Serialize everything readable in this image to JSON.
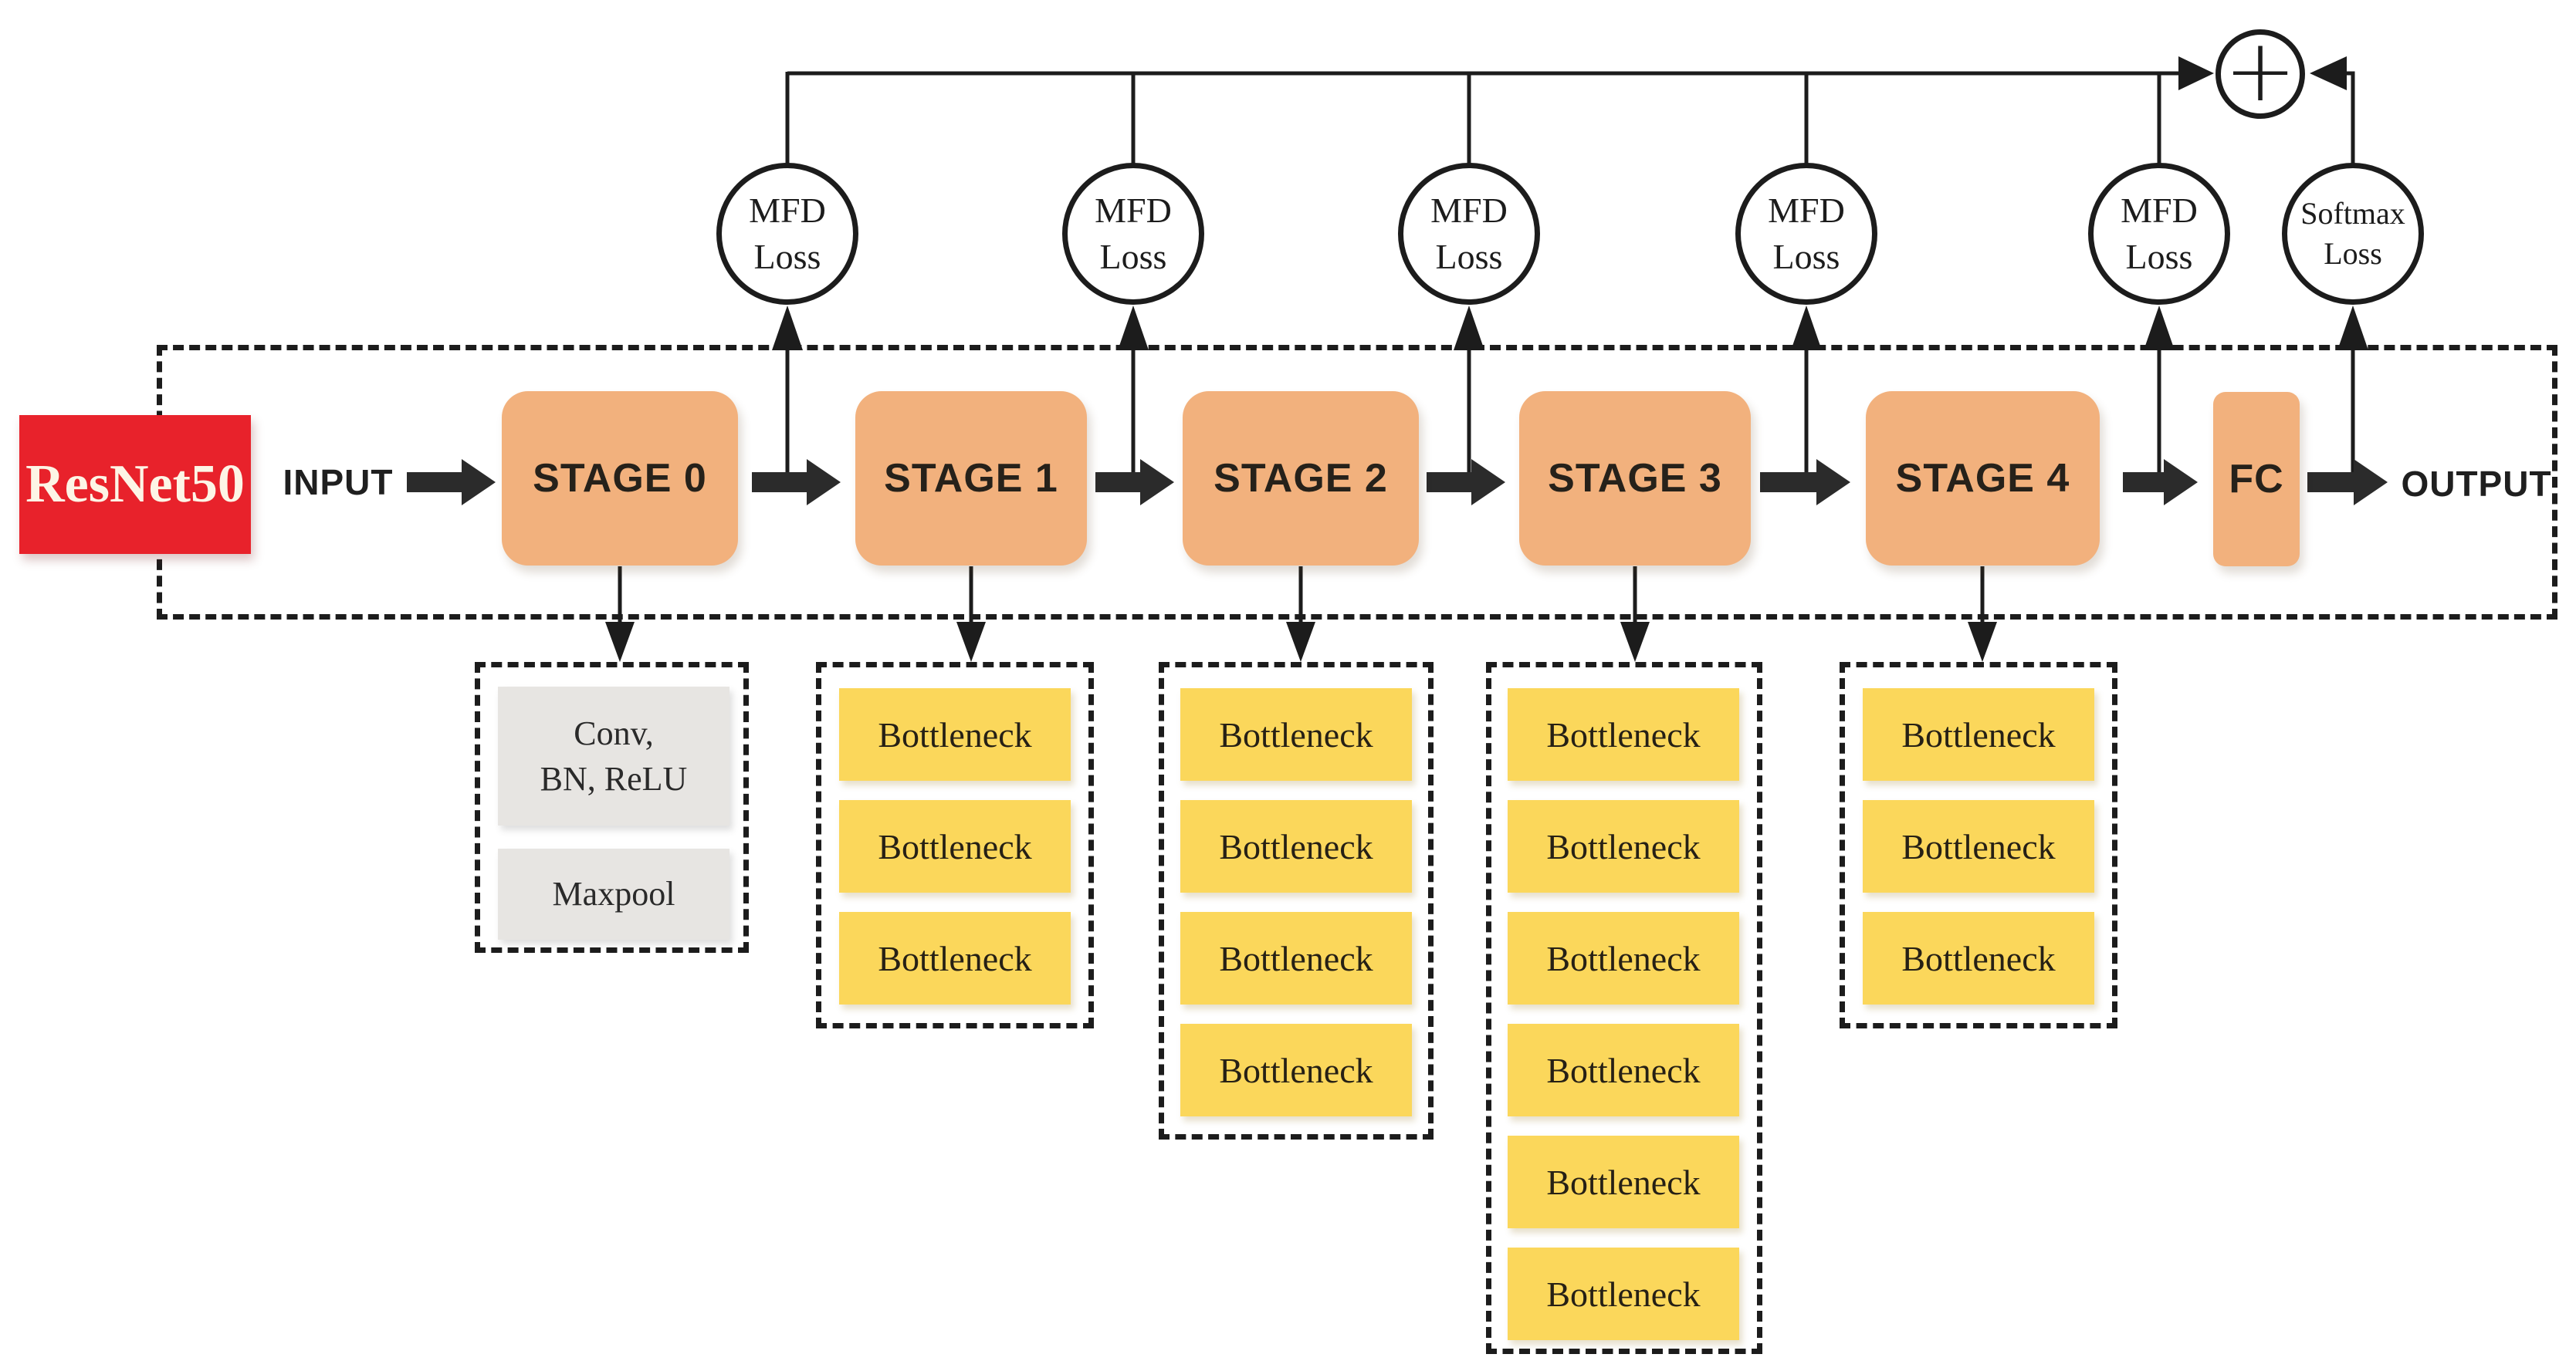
{
  "colors": {
    "bg": "#ffffff",
    "line": "#1c1c1c",
    "arrow": "#2b2b2b",
    "red": "#e8222b",
    "cream": "#fdf5e6",
    "orange": "#f2b17d",
    "yellow": "#fbd75b",
    "gray": "#e7e5e2"
  },
  "model_label": "ResNet50",
  "io": {
    "input_label": "INPUT",
    "output_label": "OUTPUT"
  },
  "pipeline": {
    "stages": [
      {
        "label": "STAGE 0"
      },
      {
        "label": "STAGE 1"
      },
      {
        "label": "STAGE 2"
      },
      {
        "label": "STAGE 3"
      },
      {
        "label": "STAGE 4"
      }
    ],
    "fc_label": "FC"
  },
  "losses": {
    "mfd_circles": [
      {
        "line1": "MFD",
        "line2": "Loss"
      },
      {
        "line1": "MFD",
        "line2": "Loss"
      },
      {
        "line1": "MFD",
        "line2": "Loss"
      },
      {
        "line1": "MFD",
        "line2": "Loss"
      },
      {
        "line1": "MFD",
        "line2": "Loss"
      }
    ],
    "softmax_circle": {
      "line1": "Softmax",
      "line2": "Loss"
    },
    "plus_label": "+"
  },
  "subgroups": {
    "stage0": {
      "conv_line1": "Conv,",
      "conv_line2": "BN, ReLU",
      "maxpool": "Maxpool"
    },
    "stage1": {
      "bottlenecks": [
        "Bottleneck",
        "Bottleneck",
        "Bottleneck"
      ]
    },
    "stage2": {
      "bottlenecks": [
        "Bottleneck",
        "Bottleneck",
        "Bottleneck",
        "Bottleneck"
      ]
    },
    "stage3": {
      "bottlenecks": [
        "Bottleneck",
        "Bottleneck",
        "Bottleneck",
        "Bottleneck",
        "Bottleneck",
        "Bottleneck"
      ]
    },
    "stage4": {
      "bottlenecks": [
        "Bottleneck",
        "Bottleneck",
        "Bottleneck"
      ]
    }
  }
}
